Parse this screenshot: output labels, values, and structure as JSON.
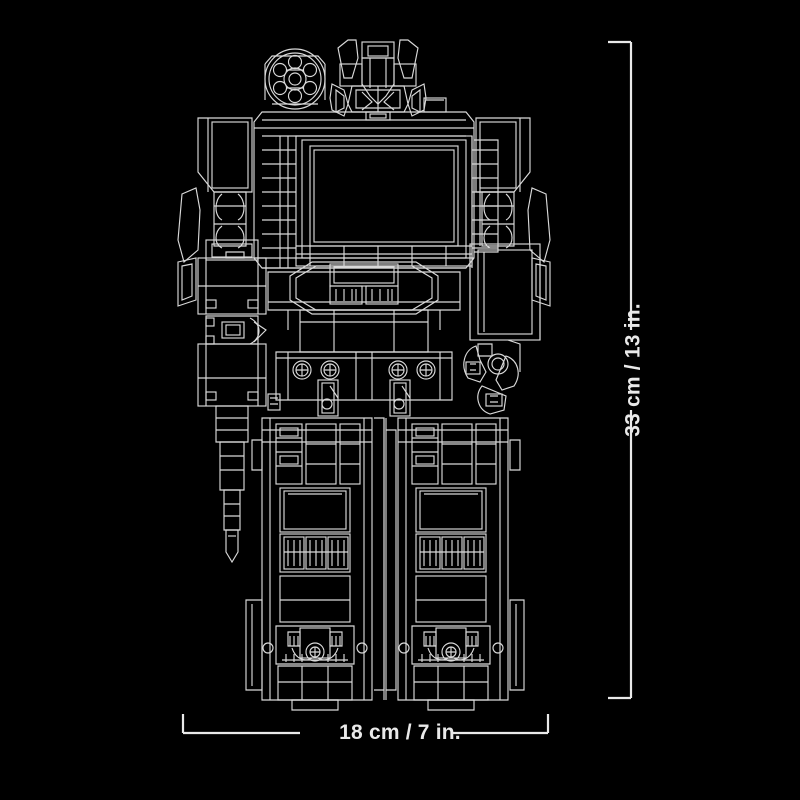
{
  "diagram": {
    "type": "product-dimension-line-art",
    "subject": "Transforming robot figure, front view outline",
    "background_color": "#000000",
    "line_color": "#d9d9d9",
    "text_color": "#e9e9e9"
  },
  "dimensions": {
    "height": {
      "label": "33 cm / 13 in.",
      "value_cm": 33,
      "value_in": 13,
      "orientation": "vertical",
      "position": "right"
    },
    "width": {
      "label": "18 cm / 7 in.",
      "value_cm": 18,
      "value_in": 7,
      "orientation": "horizontal",
      "position": "bottom"
    }
  }
}
